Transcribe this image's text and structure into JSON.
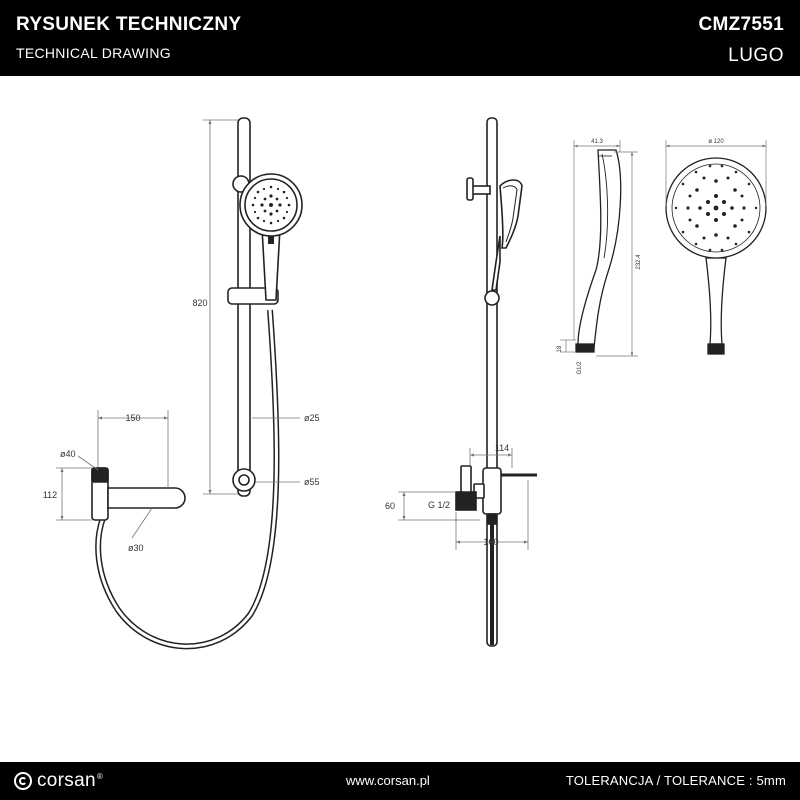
{
  "header": {
    "title_pl": "RYSUNEK TECHNICZNY",
    "title_en": "TECHNICAL DRAWING",
    "code": "CMZ7551",
    "model": "LUGO"
  },
  "dimensions": {
    "height_total": "820",
    "spout_length": "150",
    "bar_diameter": "ø25",
    "wall_mount_diameter": "ø55",
    "mixer_diameter": "ø40",
    "mixer_height": "112",
    "spout_diameter": "ø30",
    "side_width": "114",
    "inlet_height": "60",
    "thread": "G 1/2",
    "side_base_width": "160",
    "head_depth": "41.3",
    "head_height": "232.4",
    "head_diameter": "ø 120",
    "head_conn_a": "18",
    "head_conn_b": "G1/2"
  },
  "footer": {
    "brand": "corsan",
    "registered": "®",
    "website": "www.corsan.pl",
    "tolerance": "TOLERANCJA / TOLERANCE : 5mm"
  }
}
